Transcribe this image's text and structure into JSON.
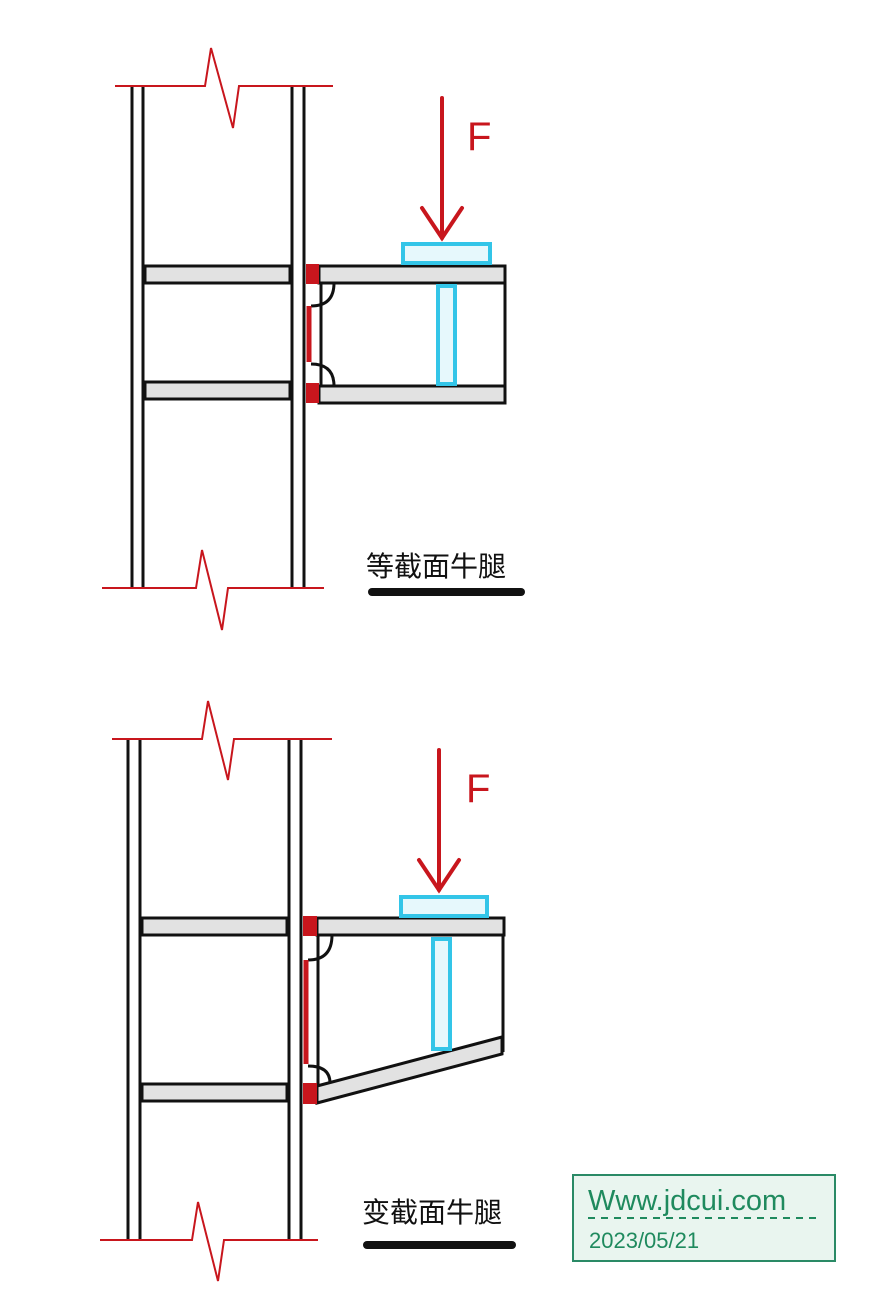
{
  "colors": {
    "line": "#111111",
    "flange_fill": "#e2e2e2",
    "break_line": "#c8161d",
    "force": "#c8161d",
    "weld": "#c8161d",
    "bearing_plate": "#33c5e8",
    "bearing_plate_fill": "#e6f8fc",
    "stamp_border": "#2a8a66",
    "stamp_fill": "#e9f5ef",
    "stamp_text": "#1f8a5e"
  },
  "top_bracket": {
    "force_label": "F",
    "caption": "等截面牛腿"
  },
  "bottom_bracket": {
    "force_label": "F",
    "caption": "变截面牛腿"
  },
  "watermark": {
    "url": "Www.jdcui.com",
    "date": "2023/05/21"
  }
}
